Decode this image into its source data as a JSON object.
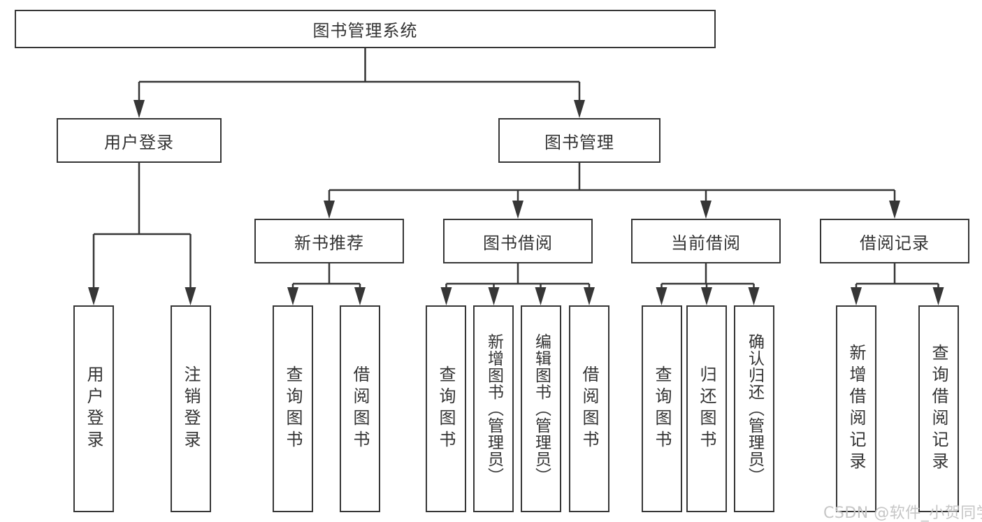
{
  "diagram": {
    "watermark": "CSDN @软件_小贺同学",
    "colors": {
      "line": "#363636",
      "text": "#333333",
      "background": "#ffffff",
      "watermark": "#c6c6c6"
    },
    "tree": {
      "label": "图书管理系统",
      "children": [
        {
          "label": "用户登录",
          "children": [
            {
              "label": "用户登录"
            },
            {
              "label": "注销登录"
            }
          ]
        },
        {
          "label": "图书管理",
          "children": [
            {
              "label": "新书推荐",
              "children": [
                {
                  "label": "查询图书"
                },
                {
                  "label": "借阅图书"
                }
              ]
            },
            {
              "label": "图书借阅",
              "children": [
                {
                  "label": "查询图书"
                },
                {
                  "label": "新增图书（管理员）"
                },
                {
                  "label": "编辑图书（管理员）"
                },
                {
                  "label": "借阅图书"
                }
              ]
            },
            {
              "label": "当前借阅",
              "children": [
                {
                  "label": "查询图书"
                },
                {
                  "label": "归还图书"
                },
                {
                  "label": "确认归还（管理员）"
                }
              ]
            },
            {
              "label": "借阅记录",
              "children": [
                {
                  "label": "新增借阅记录"
                },
                {
                  "label": "查询借阅记录"
                }
              ]
            }
          ]
        }
      ]
    }
  }
}
